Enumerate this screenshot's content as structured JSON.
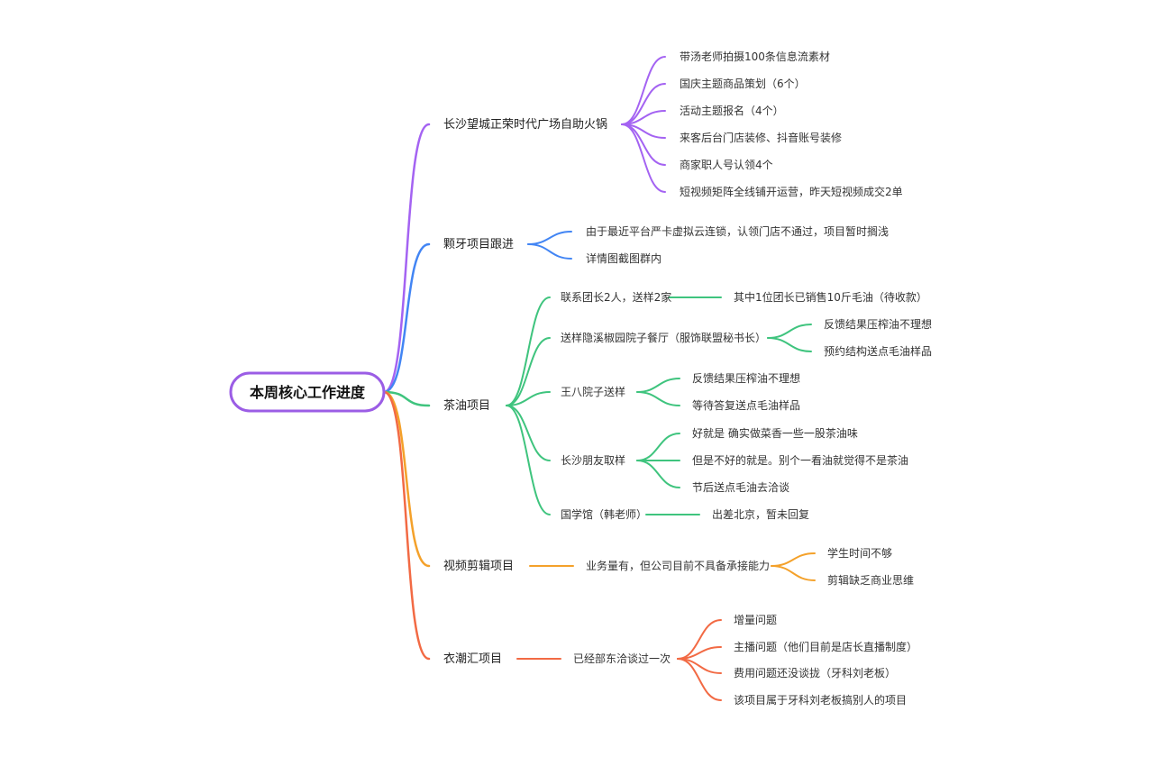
{
  "root": {
    "text": "本周核心工作进度",
    "color": "#9b5de5"
  },
  "colors": {
    "purple": "#a463f2",
    "blue": "#4285f4",
    "green": "#3fc47e",
    "orange": "#f4a12a",
    "red": "#f26a44"
  },
  "branches": [
    {
      "id": "changsha-hotpot",
      "text": "长沙望城正荣时代广场自助火锅",
      "color": "#a463f2",
      "children": [
        {
          "text": "带汤老师拍摄100条信息流素材"
        },
        {
          "text": "国庆主题商品策划（6个）"
        },
        {
          "text": "活动主题报名（4个）"
        },
        {
          "text": "来客后台门店装修、抖音账号装修"
        },
        {
          "text": "商家职人号认领4个"
        },
        {
          "text": "短视频矩阵全线铺开运营，昨天短视频成交2单"
        }
      ]
    },
    {
      "id": "keya",
      "text": "颗牙项目跟进",
      "color": "#4285f4",
      "children": [
        {
          "text": "由于最近平台严卡虚拟云连锁，认领门店不通过，项目暂时搁浅"
        },
        {
          "text": "详情图截图群内"
        }
      ]
    },
    {
      "id": "tea-oil",
      "text": "茶油项目",
      "color": "#3fc47e",
      "children": [
        {
          "text": "联系团长2人，送样2家",
          "children": [
            {
              "text": "其中1位团长已销售10斤毛油（待收款）"
            }
          ]
        },
        {
          "text": "送样隐溪椒园院子餐厅（服饰联盟秘书长）",
          "children": [
            {
              "text": "反馈结果压榨油不理想"
            },
            {
              "text": "预约结构送点毛油样品"
            }
          ]
        },
        {
          "text": "王八院子送样",
          "children": [
            {
              "text": "反馈结果压榨油不理想"
            },
            {
              "text": "等待答复送点毛油样品"
            }
          ]
        },
        {
          "text": "长沙朋友取样",
          "children": [
            {
              "text": "好就是 确实做菜香一些一股茶油味"
            },
            {
              "text": "但是不好的就是。别个一看油就觉得不是茶油"
            },
            {
              "text": "节后送点毛油去洽谈"
            }
          ]
        },
        {
          "text": "国学馆（韩老师）",
          "children": [
            {
              "text": "出差北京，暂未回复"
            }
          ]
        }
      ]
    },
    {
      "id": "video-edit",
      "text": "视频剪辑项目",
      "color": "#f4a12a",
      "children": [
        {
          "text": "业务量有，但公司目前不具备承接能力",
          "children": [
            {
              "text": "学生时间不够"
            },
            {
              "text": "剪辑缺乏商业思维"
            }
          ]
        }
      ]
    },
    {
      "id": "yichaohui",
      "text": "衣潮汇项目",
      "color": "#f26a44",
      "children": [
        {
          "text": "已经部东洽谈过一次",
          "children": [
            {
              "text": "增量问题"
            },
            {
              "text": "主播问题（他们目前是店长直播制度）"
            },
            {
              "text": "费用问题还没谈拢（牙科刘老板）"
            },
            {
              "text": "该项目属于牙科刘老板搞别人的项目"
            }
          ]
        }
      ]
    }
  ]
}
